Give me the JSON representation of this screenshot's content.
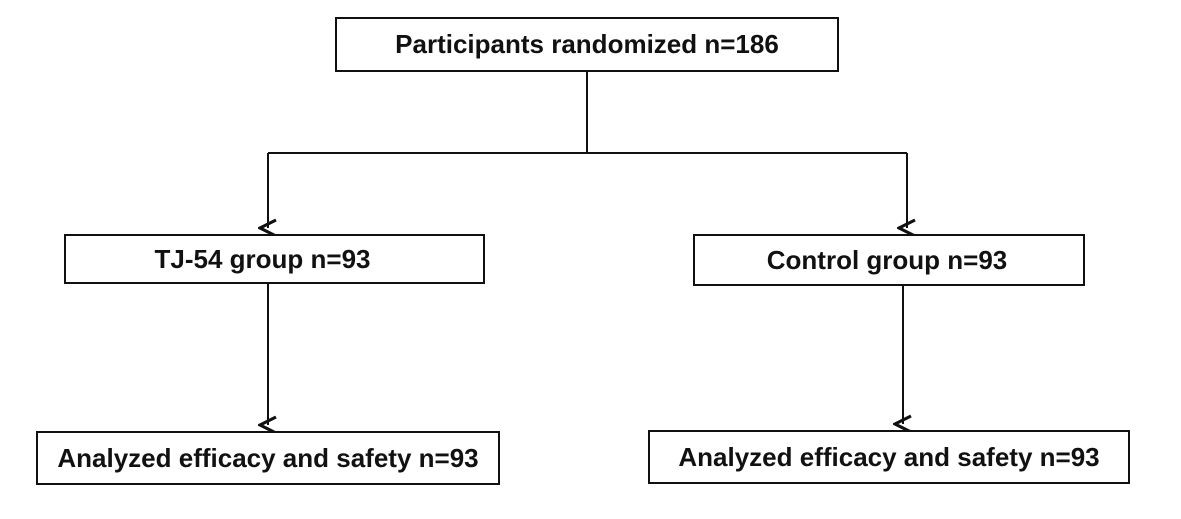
{
  "flowchart": {
    "randomized": "Participants randomized n=186",
    "tj54_group": "TJ-54 group n=93",
    "control_group": "Control group n=93",
    "tj54_analyzed": "Analyzed efficacy and safety n=93",
    "control_analyzed": "Analyzed efficacy and safety n=93"
  },
  "colors": {
    "line": "#111111",
    "box_border": "#111111",
    "background": "#ffffff"
  }
}
